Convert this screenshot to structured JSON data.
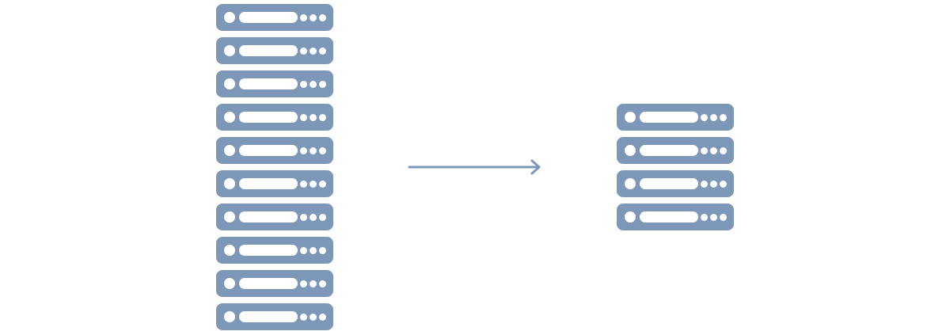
{
  "diagram": {
    "colors": {
      "server": "#7d97b8",
      "arrow": "#7d97b8",
      "background": "#ffffff"
    },
    "left_stack": {
      "icon": "server-icon",
      "unit_count": 10
    },
    "right_stack": {
      "icon": "server-icon",
      "unit_count": 4
    },
    "connector": {
      "icon": "arrow-right-icon",
      "direction": "right"
    }
  }
}
